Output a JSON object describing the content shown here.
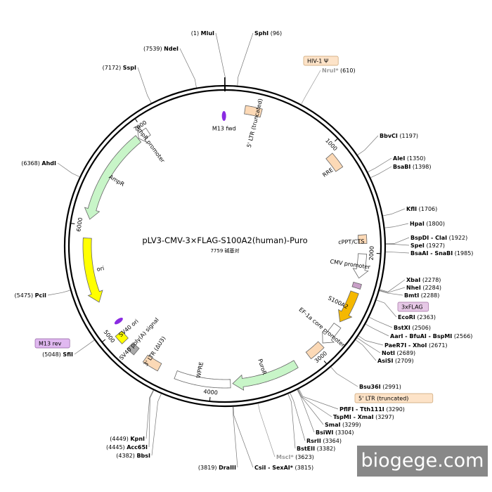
{
  "plasmid": {
    "name": "pLV3-CMV-3×FLAG-S100A2(human)-Puro",
    "length_label": "7759 碱基对",
    "length_bp": 7759
  },
  "ticks": [
    {
      "bp": 1000,
      "label": "1000"
    },
    {
      "bp": 2000,
      "label": "2000"
    },
    {
      "bp": 3000,
      "label": "3000"
    },
    {
      "bp": 4000,
      "label": "4000"
    },
    {
      "bp": 5000,
      "label": "5000"
    },
    {
      "bp": 6000,
      "label": "6000"
    },
    {
      "bp": 7000,
      "label": "7000"
    }
  ],
  "features": [
    {
      "name": "5' LTR (truncated)",
      "start": 180,
      "end": 410,
      "color": "#fcd9b6",
      "type": "box",
      "label": "5' LTR (truncated)"
    },
    {
      "name": "RRE",
      "start": 1060,
      "end": 1290,
      "color": "#fcd9b6",
      "type": "box",
      "label": "RRE"
    },
    {
      "name": "cPPT/CTS",
      "start": 1840,
      "end": 1960,
      "color": "#fcd9b6",
      "type": "box",
      "label": "cPPT/CTS"
    },
    {
      "name": "CMV promoter",
      "start": 2010,
      "end": 2230,
      "color": "#ffffff",
      "type": "arrow",
      "label": "CMV promoter"
    },
    {
      "name": "3xFLAG tag",
      "start": 2278,
      "end": 2345,
      "color": "#c9a0c8",
      "type": "box",
      "label": ""
    },
    {
      "name": "S100A2",
      "start": 2363,
      "end": 2660,
      "color": "#f5b800",
      "type": "arrow",
      "label": "S100A2"
    },
    {
      "name": "EF-1a core promoter",
      "start": 2700,
      "end": 2905,
      "color": "#ffffff",
      "type": "arrow",
      "label": "EF-1a core promoter"
    },
    {
      "name": "5' LTR (truncated)",
      "start": 2925,
      "end": 3155,
      "color": "#fcd9b6",
      "type": "box",
      "label": ""
    },
    {
      "name": "PuroR",
      "start": 3210,
      "end": 3810,
      "color": "#c8f5c8",
      "type": "arrow",
      "label": "PuroR"
    },
    {
      "name": "WPRE",
      "start": 3830,
      "end": 4420,
      "color": "#ffffff",
      "type": "box",
      "label": "WPRE"
    },
    {
      "name": "3' LTR (ΔU3)",
      "start": 4490,
      "end": 4720,
      "color": "#fcd9b6",
      "type": "box",
      "label": "3' LTR (ΔU3)"
    },
    {
      "name": "SV40 poly(A) signal",
      "start": 4740,
      "end": 4860,
      "color": "#aaaaaa",
      "type": "box",
      "label": "SV40 poly(A) signal"
    },
    {
      "name": "SV40 ori",
      "start": 4880,
      "end": 5015,
      "color": "#ffff00",
      "type": "box",
      "label": "SV40 ori"
    },
    {
      "name": "ori",
      "start": 5300,
      "end": 5890,
      "color": "#ffff00",
      "type": "arrow_ccw",
      "label": "ori"
    },
    {
      "name": "AmpR",
      "start": 6060,
      "end": 6920,
      "color": "#c8f5c8",
      "type": "arrow_ccw",
      "label": "AmpR"
    },
    {
      "name": "AmpR promoter",
      "start": 6925,
      "end": 7030,
      "color": "#ffffff",
      "type": "arrow_ccw",
      "label": "AmpR promoter"
    }
  ],
  "primers": [
    {
      "name": "M13 fwd",
      "bp": 7750,
      "label": "M13 fwd"
    },
    {
      "name": "M13 rev",
      "bp": 5060,
      "label": "M13 rev"
    }
  ],
  "sites": [
    {
      "name": "MluI",
      "pos": "(1)",
      "label_side": "left",
      "dim": false
    },
    {
      "name": "SphI",
      "pos": "(96)",
      "label_side": "right",
      "dim": false
    },
    {
      "name": "NruI*",
      "pos": "(610)",
      "label_side": "right",
      "dim": true
    },
    {
      "name": "BbvCI",
      "pos": "(1197)",
      "label_side": "right",
      "dim": false
    },
    {
      "name": "AleI",
      "pos": "(1350)",
      "label_side": "right",
      "dim": false
    },
    {
      "name": "BsaBI",
      "pos": "(1398)",
      "label_side": "right",
      "dim": false
    },
    {
      "name": "KflI",
      "pos": "(1706)",
      "label_side": "right",
      "dim": false
    },
    {
      "name": "HpaI",
      "pos": "(1800)",
      "label_side": "right",
      "dim": false
    },
    {
      "name": "BspDI - ClaI",
      "pos": "(1922)",
      "label_side": "right",
      "dim": false
    },
    {
      "name": "SpeI",
      "pos": "(1927)",
      "label_side": "right",
      "dim": false
    },
    {
      "name": "BsaAI - SnaBI",
      "pos": "(1985)",
      "label_side": "right",
      "dim": false
    },
    {
      "name": "XbaI",
      "pos": "(2278)",
      "label_side": "right",
      "dim": false
    },
    {
      "name": "NheI",
      "pos": "(2284)",
      "label_side": "right",
      "dim": false
    },
    {
      "name": "BmtI",
      "pos": "(2288)",
      "label_side": "right",
      "dim": false
    },
    {
      "name": "EcoRI",
      "pos": "(2363)",
      "label_side": "right",
      "dim": false
    },
    {
      "name": "BstXI",
      "pos": "(2506)",
      "label_side": "right",
      "dim": false
    },
    {
      "name": "AarI - BfuAI - BspMI",
      "pos": "(2566)",
      "label_side": "right",
      "dim": false
    },
    {
      "name": "PaeR7I - XhoI",
      "pos": "(2671)",
      "label_side": "right",
      "dim": false
    },
    {
      "name": "NotI",
      "pos": "(2689)",
      "label_side": "right",
      "dim": false
    },
    {
      "name": "AsiSI",
      "pos": "(2709)",
      "label_side": "right",
      "dim": false
    },
    {
      "name": "Bsu36I",
      "pos": "(2991)",
      "label_side": "right",
      "dim": false
    },
    {
      "name": "PflFI - Tth111I",
      "pos": "(3290)",
      "label_side": "right",
      "dim": false
    },
    {
      "name": "TspMI - XmaI",
      "pos": "(3297)",
      "label_side": "right",
      "dim": false
    },
    {
      "name": "SmaI",
      "pos": "(3299)",
      "label_side": "right",
      "dim": false
    },
    {
      "name": "BsiWI",
      "pos": "(3304)",
      "label_side": "right",
      "dim": false
    },
    {
      "name": "RsrII",
      "pos": "(3364)",
      "label_side": "right",
      "dim": false
    },
    {
      "name": "BstEII",
      "pos": "(3382)",
      "label_side": "right",
      "dim": false
    },
    {
      "name": "MscI*",
      "pos": "(3623)",
      "label_side": "right",
      "dim": true
    },
    {
      "name": "CsiI - SexAI*",
      "pos": "(3815)",
      "label_side": "right",
      "dim": false
    },
    {
      "name": "DraIII",
      "pos": "(3819)",
      "label_side": "left",
      "dim": false
    },
    {
      "name": "BbsI",
      "pos": "(4382)",
      "label_side": "left",
      "dim": false
    },
    {
      "name": "Acc65I",
      "pos": "(4445)",
      "label_side": "left",
      "dim": false
    },
    {
      "name": "KpnI",
      "pos": "(4449)",
      "label_side": "left",
      "dim": false
    },
    {
      "name": "SfiI",
      "pos": "(5048)",
      "label_side": "left",
      "dim": false
    },
    {
      "name": "PciI",
      "pos": "(5475)",
      "label_side": "left",
      "dim": false
    },
    {
      "name": "AhdI",
      "pos": "(6368)",
      "label_side": "left",
      "dim": false
    },
    {
      "name": "SspI",
      "pos": "(7172)",
      "label_side": "left",
      "dim": false
    },
    {
      "name": "NdeI",
      "pos": "(7539)",
      "label_side": "left",
      "dim": false
    }
  ],
  "feature_tags": [
    {
      "text": "HIV-1 Ψ",
      "fill": "#fde3c8",
      "stroke": "#c8a070"
    },
    {
      "text": "3xFLAG",
      "fill": "#e6c8e6",
      "stroke": "#a070a0"
    },
    {
      "text": "5' LTR (truncated)",
      "fill": "#fde3c8",
      "stroke": "#c8a070"
    },
    {
      "text": "M13 rev",
      "fill": "#e0b8f0",
      "stroke": "#9060a0"
    }
  ],
  "watermark": "biogege.com",
  "colors": {
    "backbone": "#000000",
    "primer": "#8a2be2",
    "leader": "#888888"
  }
}
